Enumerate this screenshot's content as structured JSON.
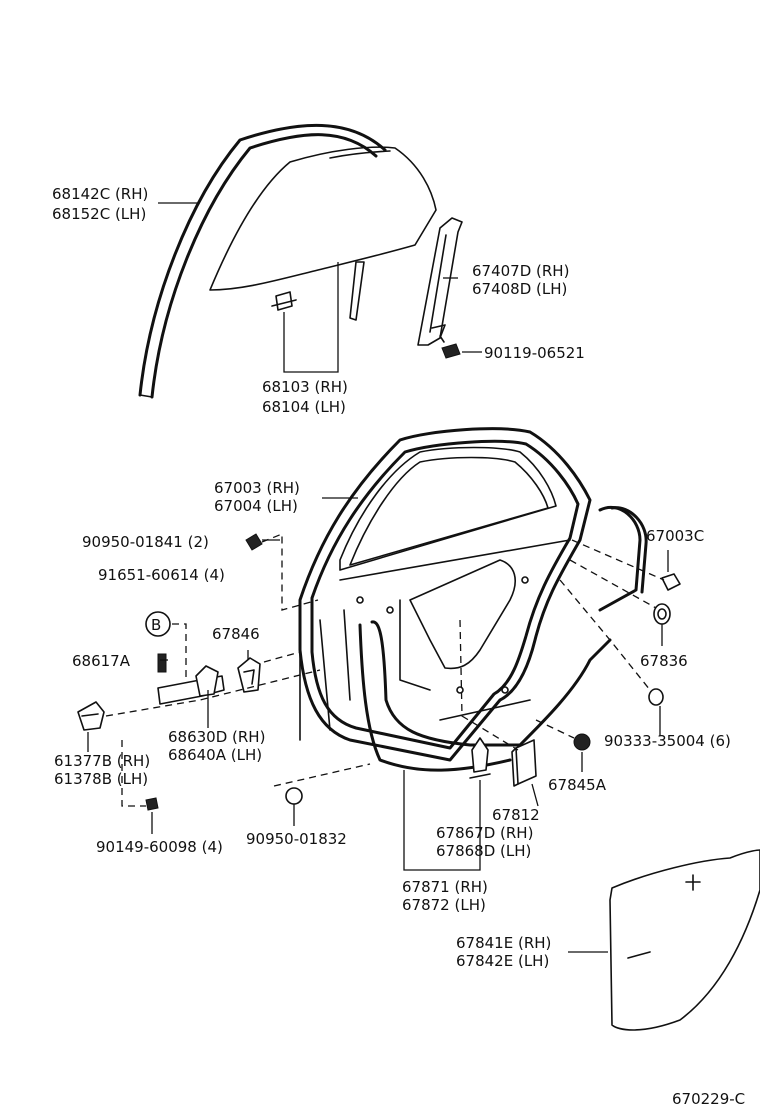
{
  "labels": {
    "l_68142c": "68142C (RH)",
    "l_68152c": "68152C (LH)",
    "l_67407d": "67407D (RH)",
    "l_67408d": "67408D (LH)",
    "l_90119": "90119-06521",
    "l_68103": "68103 (RH)",
    "l_68104": "68104 (LH)",
    "l_67003": "67003 (RH)",
    "l_67004": "67004 (LH)",
    "l_67003c": "67003C",
    "l_90950_01841": "90950-01841 (2)",
    "l_91651": "91651-60614 (4)",
    "l_b": "B",
    "l_67846": "67846",
    "l_67836": "67836",
    "l_68617a": "68617A",
    "l_68630d": "68630D (RH)",
    "l_68640a": "68640A (LH)",
    "l_90333": "90333-35004 (6)",
    "l_61377b": "61377B (RH)",
    "l_61378b": "61378B (LH)",
    "l_67845a": "67845A",
    "l_67812": "67812",
    "l_90950_01832": "90950-01832",
    "l_67867d": "67867D (RH)",
    "l_67868d": "67868D (LH)",
    "l_90149": "90149-60098 (4)",
    "l_67871": "67871 (RH)",
    "l_67872": "67872 (LH)",
    "l_67841e": "67841E (RH)",
    "l_67842e": "67842E (LH)",
    "l_ref": "670229-C"
  }
}
